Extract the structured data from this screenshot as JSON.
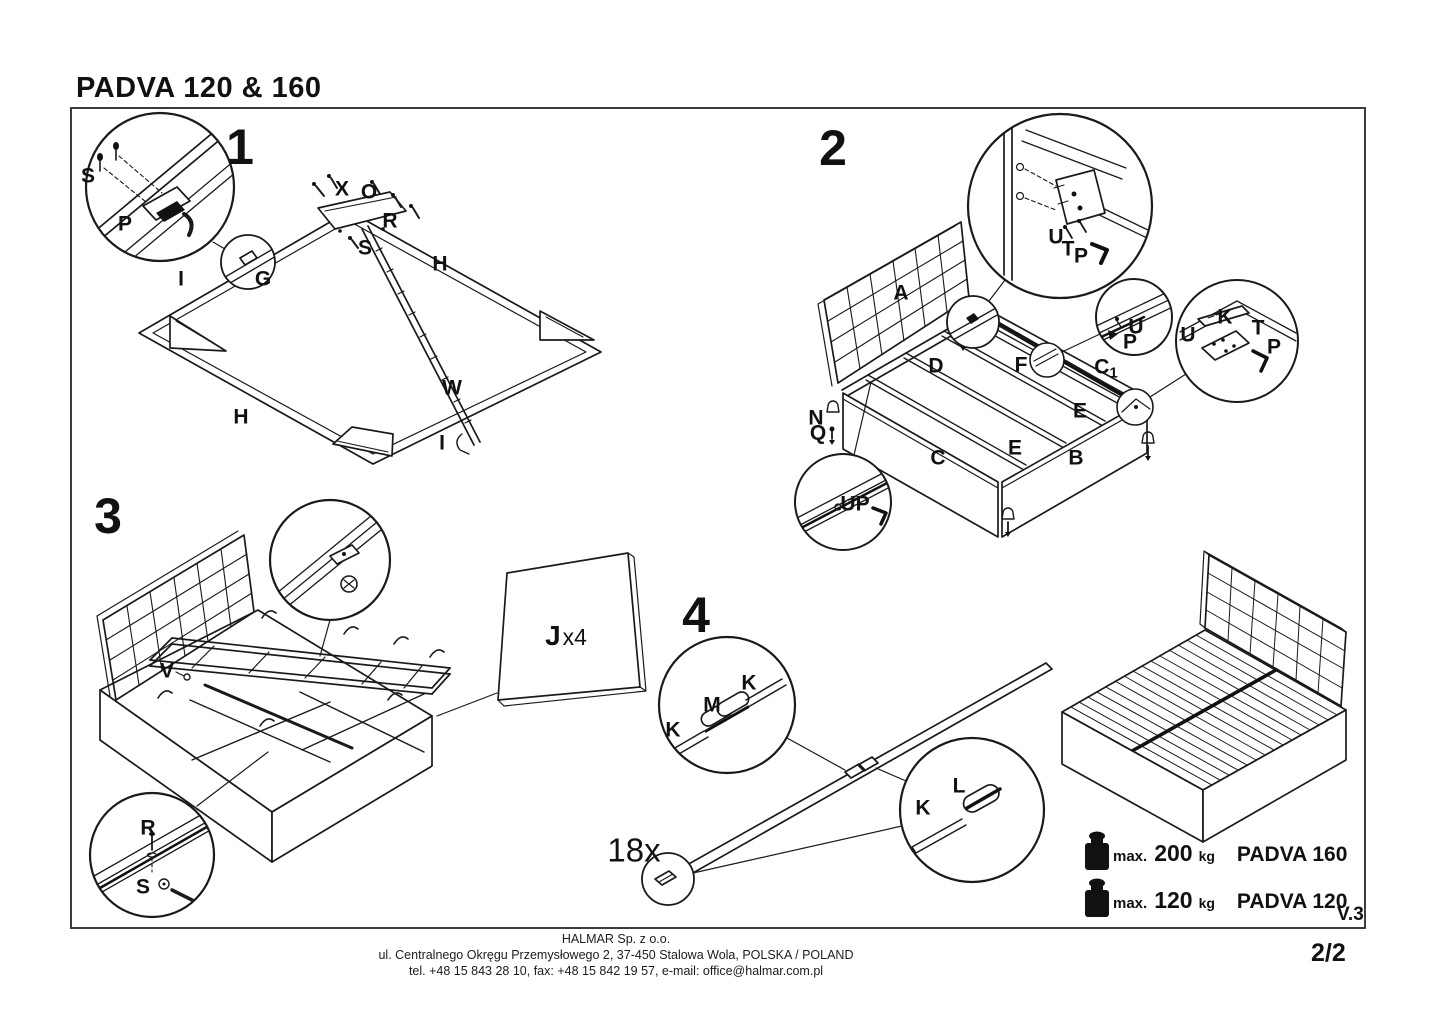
{
  "title": "PADVA 120 & 160",
  "page_number": "2/2",
  "version": "V.3",
  "colors": {
    "ink": "#1a1a1a"
  },
  "steps": {
    "step1": {
      "number": "1",
      "labels": {
        "s_detail": "S",
        "p_detail": "P",
        "x": "X",
        "o": "O",
        "r": "R",
        "s": "S",
        "i_top": "I",
        "g": "G",
        "h_right": "H",
        "w": "W",
        "h_bottom": "H",
        "i_bottom": "I"
      }
    },
    "step2": {
      "number": "2",
      "labels": {
        "a": "A",
        "u_detail": "U",
        "t_detail": "T",
        "p_detail": "P",
        "u_mid": "U",
        "p_mid": "P",
        "u_corner": "U",
        "k_corner": "K",
        "t_corner": "T",
        "p_corner": "P",
        "d": "D",
        "f": "F",
        "c1_letter": "C",
        "c1_sub": "1",
        "e_right": "E",
        "e_bottom": "E",
        "c": "C",
        "b": "B",
        "n": "N",
        "q": "Q",
        "up": "UP"
      }
    },
    "step3": {
      "number": "3",
      "labels": {
        "v": "V",
        "r": "R",
        "s": "S"
      }
    },
    "step4": {
      "number": "4",
      "quantity": "18x",
      "labels": {
        "k_top": "K",
        "m": "M",
        "k_left": "K",
        "l": "L",
        "k_right": "K"
      }
    }
  },
  "panel": {
    "letter": "J",
    "quantity": "x4"
  },
  "capacity": {
    "rows": [
      {
        "prefix": "max.",
        "value": "200",
        "unit": "kg",
        "model": "PADVA 160"
      },
      {
        "prefix": "max.",
        "value": "120",
        "unit": "kg",
        "model": "PADVA 120"
      }
    ]
  },
  "footer": {
    "company": "HALMAR Sp. z o.o.",
    "address": "ul. Centralnego Okręgu Przemysłowego 2, 37-450 Stalowa Wola, POLSKA / POLAND",
    "contact": "tel. +48 15 843 28 10, fax: +48 15 842 19 57, e-mail: office@halmar.com.pl"
  }
}
